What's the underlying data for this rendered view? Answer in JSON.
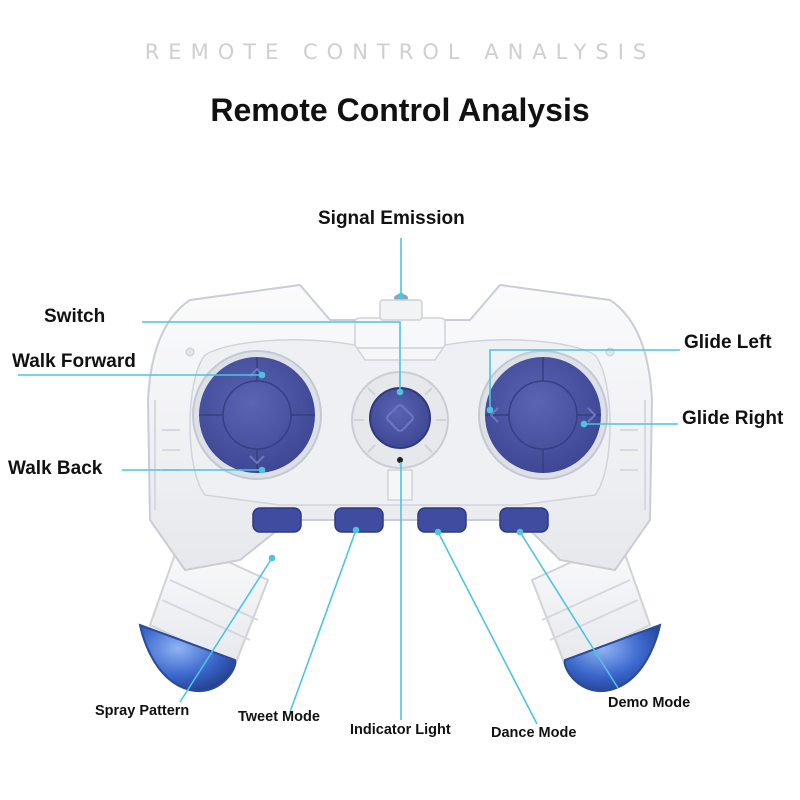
{
  "header": {
    "kicker": "REMOTE CONTROL ANALYSIS",
    "title": "Remote Control Analysis"
  },
  "labels": {
    "signal_emission": "Signal Emission",
    "switch": "Switch",
    "walk_forward": "Walk Forward",
    "walk_back": "Walk Back",
    "glide_left": "Glide Left",
    "glide_right": "Glide Right",
    "spray_pattern": "Spray Pattern",
    "tweet_mode": "Tweet Mode",
    "indicator_light": "Indicator Light",
    "dance_mode": "Dance Mode",
    "demo_mode": "Demo Mode"
  },
  "colors": {
    "leader_line": "#4ec3e0",
    "body": "#f4f5f7",
    "dpad": "#4c56a3",
    "button": "#3f4da0",
    "trigger_tip": "#3e6fd2"
  }
}
